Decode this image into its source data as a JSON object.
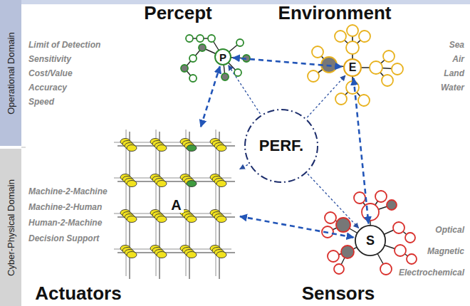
{
  "diagram": {
    "nodes": [
      {
        "text": [
          "Operational Domain"
        ]
      },
      {
        "text": [
          "Cyber-Physical Domain"
        ]
      },
      {
        "text": [
          "P"
        ]
      },
      {
        "text": [
          "E"
        ]
      },
      {
        "text": [
          "PERF."
        ]
      },
      {
        "text": [
          "A"
        ]
      },
      {
        "text": [
          "S"
        ]
      }
    ],
    "edges": [
      {
        "from": 2,
        "to": 3,
        "arrow": "both"
      },
      {
        "from": 3,
        "to": 6,
        "arrow": "both"
      },
      {
        "from": 6,
        "to": 5,
        "arrow": "both"
      },
      {
        "from": 5,
        "to": 2,
        "arrow": "both"
      },
      {
        "from": 4,
        "to": 2,
        "arrow": "to"
      },
      {
        "from": 4,
        "to": 3,
        "arrow": "to"
      },
      {
        "from": 4,
        "to": 6,
        "arrow": "to"
      },
      {
        "from": 4,
        "to": 5,
        "arrow": "to"
      }
    ],
    "labels": [
      "Percept",
      "Environment",
      "Actuators",
      "Sensors",
      "Limit of Detection",
      "Sensitivity",
      "Cost/Value",
      "Accuracy",
      "Speed",
      "Machine-2-Machine",
      "Machine-2-Human",
      "Human-2-Machine",
      "Decision Support",
      "Sea",
      "Air",
      "Land",
      "Water",
      "Optical",
      "Magnetic",
      "Electrochemical"
    ]
  }
}
